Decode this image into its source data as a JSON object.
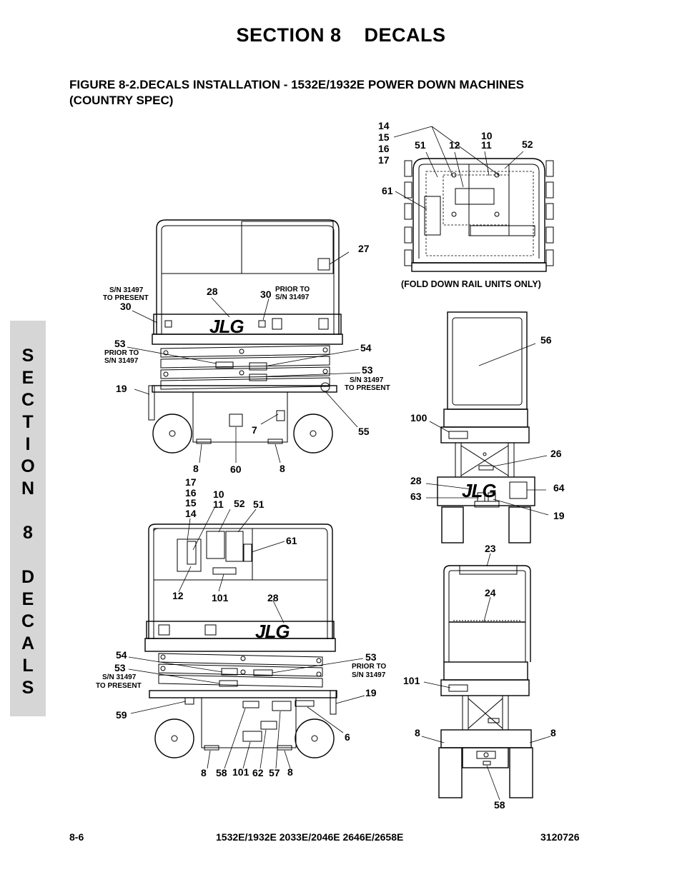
{
  "header": {
    "section_title": "SECTION 8    DECALS",
    "figure_title": "FIGURE 8-2.DECALS INSTALLATION - 1532E/1932E POWER DOWN MACHINES (COUNTRY SPEC)"
  },
  "side_tab": {
    "letters": [
      "S",
      "E",
      "C",
      "T",
      "I",
      "O",
      "N",
      "",
      "8",
      "",
      "D",
      "E",
      "C",
      "A",
      "L",
      "S"
    ]
  },
  "footer": {
    "page_number": "8-6",
    "models": "1532E/1932E 2033E/2046E 2646E/2658E",
    "doc_number": "3120726"
  },
  "notes": {
    "sn_line1": "S/N 31497",
    "to_present": "TO PRESENT",
    "prior_to": "PRIOR TO",
    "fold_down": "(FOLD DOWN RAIL UNITS ONLY)",
    "logo": "JLG"
  },
  "callouts": {
    "top_right": [
      "14",
      "15",
      "16",
      "17",
      "51",
      "12",
      "10",
      "11",
      "52",
      "61"
    ],
    "side_view_1": [
      "27",
      "28",
      "30",
      "30",
      "53",
      "54",
      "53",
      "19",
      "7",
      "55",
      "60",
      "8",
      "8"
    ],
    "side_view_2": [
      "17",
      "16",
      "15",
      "14",
      "10",
      "11",
      "52",
      "51",
      "61",
      "12",
      "101",
      "28",
      "54",
      "53",
      "53",
      "19",
      "59",
      "6",
      "8",
      "58",
      "101",
      "62",
      "57",
      "8"
    ],
    "front_view": [
      "56",
      "100",
      "26",
      "28",
      "64",
      "63",
      "19"
    ],
    "rear_view": [
      "23",
      "24",
      "101",
      "8",
      "8",
      "58"
    ]
  }
}
